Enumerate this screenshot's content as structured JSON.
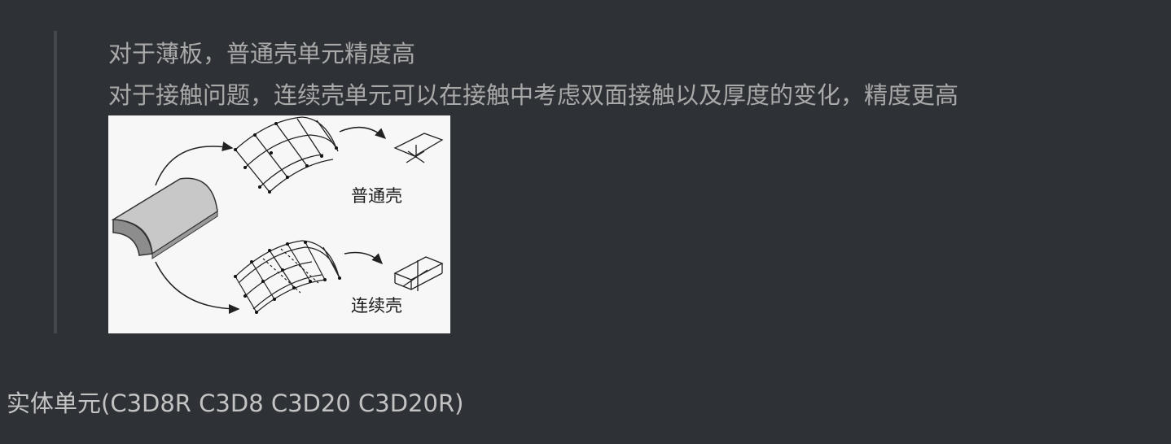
{
  "quote": {
    "line1": "对于薄板，普通壳单元精度高",
    "line2": "对于接触问题，连续壳单元可以在接触中考虑双面接触以及厚度的变化，精度更高"
  },
  "figure": {
    "label_conventional": "普通壳",
    "label_continuum": "连续壳"
  },
  "heading": {
    "text": "实体单元(C3D8R C3D8 C3D20 C3D20R)"
  }
}
